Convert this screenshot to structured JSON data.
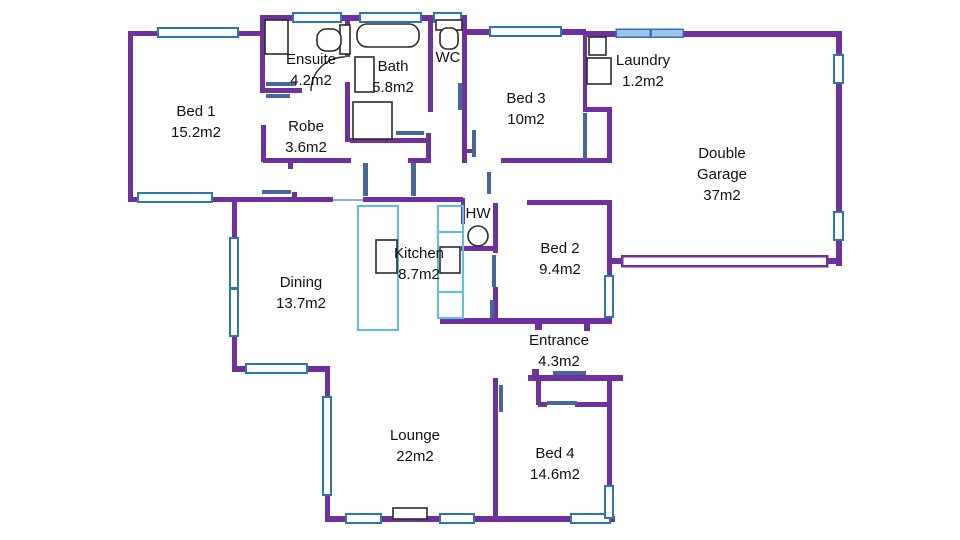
{
  "colors": {
    "wall": "#7030A0",
    "door": "#44689D",
    "window_border": "#2E75B6",
    "window_fill": "#FDFEFF",
    "window_fill_solid": "#9DC3E6",
    "counter": "#56C2E9"
  },
  "rooms": [
    {
      "id": "bed1",
      "name": "Bed 1",
      "area": "15.2m2"
    },
    {
      "id": "ensuite",
      "name": "Ensuite",
      "area": "4.2m2"
    },
    {
      "id": "bath",
      "name": "Bath",
      "area": "5.8m2"
    },
    {
      "id": "wc",
      "name": "WC",
      "area": ""
    },
    {
      "id": "bed3",
      "name": "Bed 3",
      "area": "10m2"
    },
    {
      "id": "laundry",
      "name": "Laundry",
      "area": "1.2m2"
    },
    {
      "id": "garage",
      "name": "Double Garage",
      "area": "37m2"
    },
    {
      "id": "robe",
      "name": "Robe",
      "area": "3.6m2"
    },
    {
      "id": "hw",
      "name": "HW",
      "area": ""
    },
    {
      "id": "kitchen",
      "name": "Kitchen",
      "area": "8.7m2"
    },
    {
      "id": "bed2",
      "name": "Bed 2",
      "area": "9.4m2"
    },
    {
      "id": "dining",
      "name": "Dining",
      "area": "13.7m2"
    },
    {
      "id": "entrance",
      "name": "Entrance",
      "area": "4.3m2"
    },
    {
      "id": "lounge",
      "name": "Lounge",
      "area": "22m2"
    },
    {
      "id": "bed4",
      "name": "Bed 4",
      "area": "14.6m2"
    }
  ],
  "fixtures": [
    "shower",
    "toilet",
    "bath-tub",
    "vanity",
    "wc-toilet",
    "laundry-tub",
    "washing-machine",
    "hot-water-cylinder",
    "kitchen-sink",
    "cooktop",
    "fireplace",
    "garage-door",
    "door-swing"
  ]
}
